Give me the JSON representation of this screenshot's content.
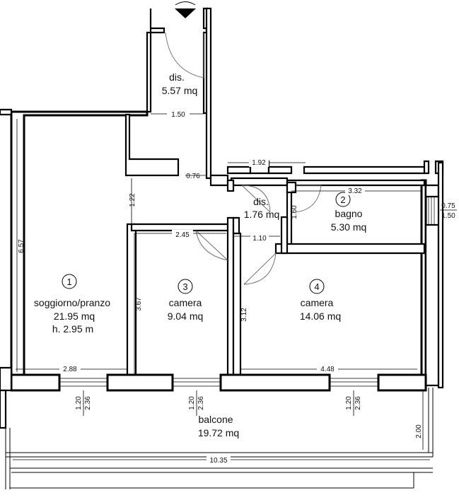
{
  "rooms": {
    "dis_top": {
      "name": "dis.",
      "area": "5.57 mq"
    },
    "dis_mid": {
      "name": "dis.",
      "area": "1.76 mq"
    },
    "soggiorno": {
      "number": "1",
      "name": "soggiorno/pranzo",
      "area": "21.95 mq",
      "height": "h. 2.95 m"
    },
    "bagno": {
      "number": "2",
      "name": "bagno",
      "area": "5.30 mq"
    },
    "camera3": {
      "number": "3",
      "name": "camera",
      "area": "9.04 mq"
    },
    "camera4": {
      "number": "4",
      "name": "camera",
      "area": "14.06 mq"
    },
    "balcone": {
      "name": "balcone",
      "area": "19.72 mq"
    }
  },
  "dimensions": {
    "d_1_50_top": "1.50",
    "d_1_92": "1.92",
    "d_0_76": "0.76",
    "d_3_32": "3.32",
    "d_0_75": "0.75",
    "d_1_50_right": "1.50",
    "d_1_22": "1.22",
    "d_1_60": "1.60",
    "d_6_57": "6.57",
    "d_2_45": "2.45",
    "d_1_10": "1.10",
    "d_3_67": "3.67",
    "d_3_12": "3.12",
    "d_2_88": "2.88",
    "d_4_48": "4.48",
    "d_1_20_a": "1.20",
    "d_2_36_a": "2.36",
    "d_1_20_b": "1.20",
    "d_2_36_b": "2.36",
    "d_1_20_c": "1.20",
    "d_2_36_c": "2.36",
    "d_2_00": "2.00",
    "d_10_35": "10.35"
  },
  "colors": {
    "walls": "#000000",
    "background": "#ffffff",
    "door_arc": "#666666"
  },
  "icons": {
    "entrance": "entrance-arrow-icon"
  }
}
